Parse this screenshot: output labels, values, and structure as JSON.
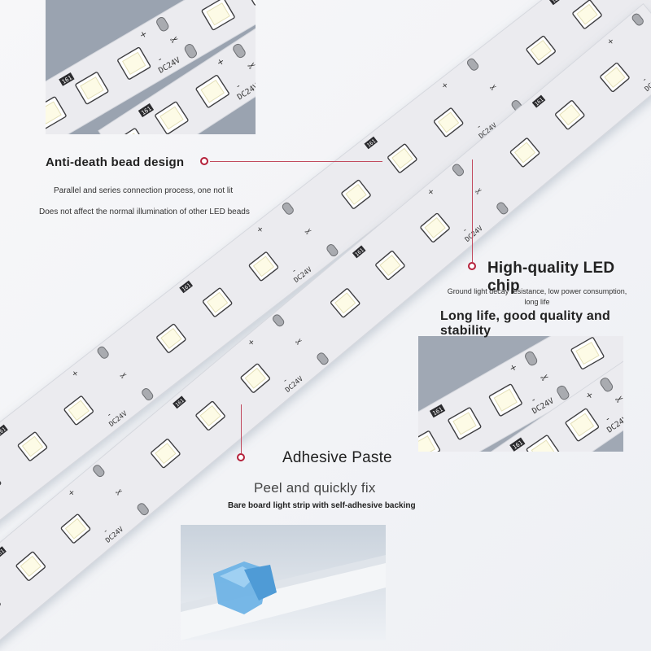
{
  "features": {
    "anti_death": {
      "title": "Anti-death bead design",
      "line1": "Parallel and series connection process, one not lit",
      "line2": "Does not affect the normal illumination of other LED beads"
    },
    "led_chip": {
      "title": "High-quality LED chip",
      "desc": "Ground light decay resistance, low power consumption, long life",
      "subtitle": "Long life, good quality and stability"
    },
    "adhesive": {
      "title": "Adhesive Paste",
      "subtitle": "Peel and quickly fix",
      "desc": "Bare board light strip with self-adhesive backing"
    }
  },
  "strip_marks": {
    "voltage": "DC24V",
    "resistor": "161",
    "plus": "+",
    "minus": "-",
    "cut": "✂"
  },
  "colors": {
    "accent": "#b4203a",
    "pcb": "#ebebef",
    "led_glow": "#fdfbe6",
    "adhesive_backing": "#6fb3e6"
  }
}
